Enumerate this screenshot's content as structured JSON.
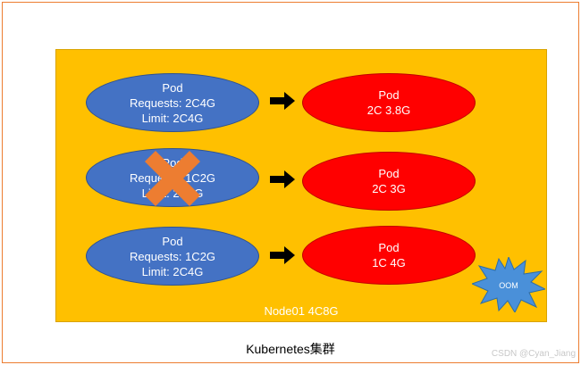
{
  "cluster": {
    "caption": "Kubernetes集群",
    "node_label": "Node01 4C8G"
  },
  "rows": [
    {
      "request_pod": {
        "name": "Pod",
        "requests": "Requests: 2C4G",
        "limit": "Limit: 2C4G"
      },
      "running_pod": {
        "name": "Pod",
        "usage": "2C 3.8G"
      }
    },
    {
      "request_pod": {
        "name": "Pod",
        "requests": "Requests: 1C2G",
        "limit": "Limit: 2C4G",
        "status": "rejected"
      },
      "running_pod": {
        "name": "Pod",
        "usage": "2C 3G"
      }
    },
    {
      "request_pod": {
        "name": "Pod",
        "requests": "Requests: 1C2G",
        "limit": "Limit: 2C4G"
      },
      "running_pod": {
        "name": "Pod",
        "usage": "1C 4G"
      }
    }
  ],
  "oom_badge": "OOM",
  "watermark": "CSDN @Cyan_Jiang",
  "colors": {
    "node_fill": "#ffc000",
    "request_pod_fill": "#4472c4",
    "running_pod_fill": "#ff0000",
    "cross_fill": "#ed7d31",
    "oom_fill": "#4a90d9",
    "frame_border": "#ed7d31"
  },
  "icons": {
    "arrow": "right-arrow-icon",
    "cross": "x-cross-icon",
    "oom": "explosion-burst-icon"
  }
}
